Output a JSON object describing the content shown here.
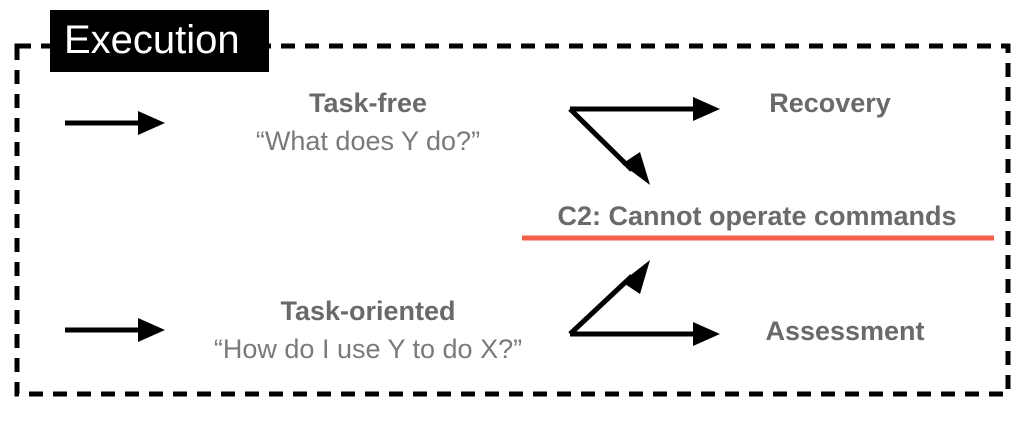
{
  "title": "Execution",
  "task_free": {
    "label": "Task-free",
    "quote": "“What does Y do?”"
  },
  "task_oriented": {
    "label": "Task-oriented",
    "quote": "“How do I use Y to do X?”"
  },
  "outcomes": {
    "recovery": "Recovery",
    "assessment": "Assessment"
  },
  "challenge": {
    "label": "C2: Cannot operate commands",
    "underline_color": "#f0604a"
  },
  "colors": {
    "text_bold": "#6a6a6a",
    "text_quote": "#7a7a7a",
    "stroke": "#000000"
  }
}
